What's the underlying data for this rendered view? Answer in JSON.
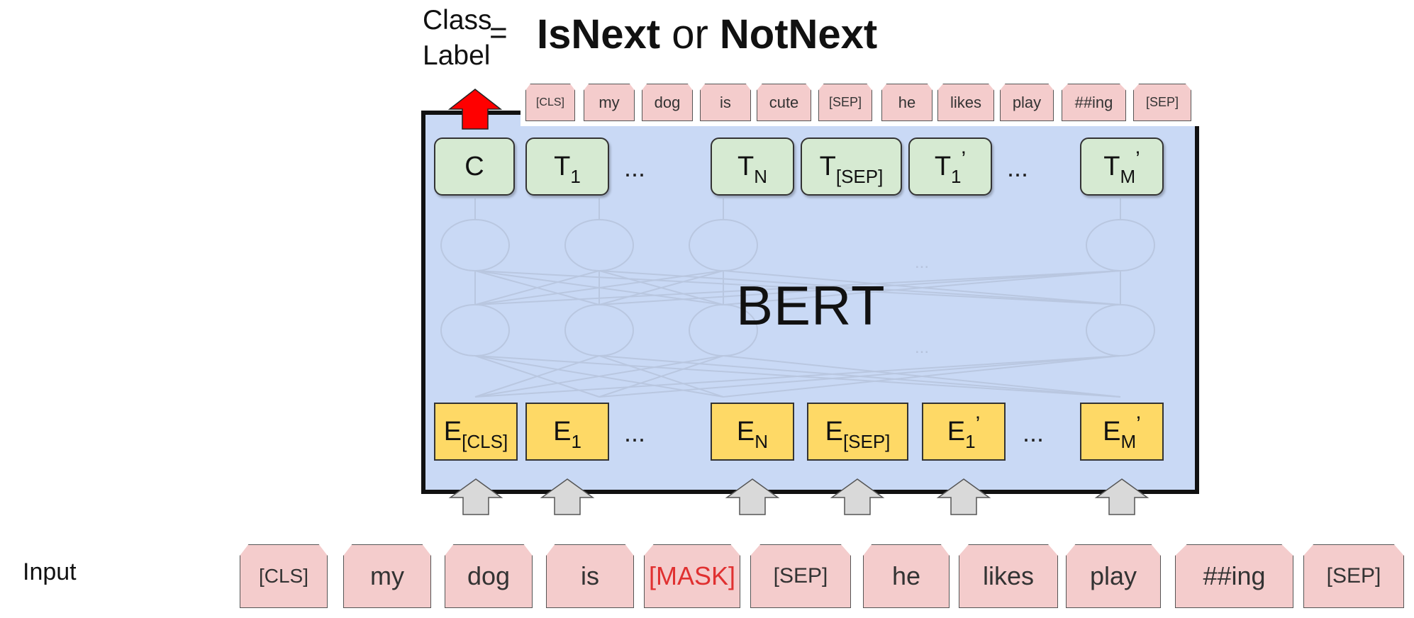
{
  "header": {
    "class_label_line1": "Class",
    "class_label_line2": "Label",
    "equals": "=",
    "result_part1": "IsNext",
    "result_connector": " or ",
    "result_part2": "NotNext"
  },
  "model": {
    "name": "BERT"
  },
  "colors": {
    "bert_background": "#c9d9f5",
    "token_pink": "#f4cccc",
    "output_green": "#d6ead2",
    "embedding_yellow": "#fed966",
    "class_arrow_red": "#ff0000",
    "input_arrow_gray": "#d9d9d9",
    "mask_text": "#e03030"
  },
  "top_tokens": [
    "[CLS]",
    "my",
    "dog",
    "is",
    "cute",
    "[SEP]",
    "he",
    "likes",
    "play",
    "##ing",
    "[SEP]"
  ],
  "outputs": [
    {
      "main": "C",
      "sub": "",
      "sup": ""
    },
    {
      "main": "T",
      "sub": "1",
      "sup": ""
    },
    {
      "main": "T",
      "sub": "N",
      "sup": ""
    },
    {
      "main": "T",
      "sub": "[SEP]",
      "sup": ""
    },
    {
      "main": "T",
      "sub": "1",
      "sup": "’"
    },
    {
      "main": "T",
      "sub": "M",
      "sup": "’"
    }
  ],
  "embeddings": [
    {
      "main": "E",
      "sub": "[CLS]",
      "sup": ""
    },
    {
      "main": "E",
      "sub": "1",
      "sup": ""
    },
    {
      "main": "E",
      "sub": "N",
      "sup": ""
    },
    {
      "main": "E",
      "sub": "[SEP]",
      "sup": ""
    },
    {
      "main": "E",
      "sub": "1",
      "sup": "’"
    },
    {
      "main": "E",
      "sub": "M",
      "sup": "’"
    }
  ],
  "ellipsis": "...",
  "faint_ellipsis": "...",
  "input": {
    "label": "Input",
    "tokens": [
      "[CLS]",
      "my",
      "dog",
      "is",
      "[MASK]",
      "[SEP]",
      "he",
      "likes",
      "play",
      "##ing",
      "[SEP]"
    ]
  }
}
